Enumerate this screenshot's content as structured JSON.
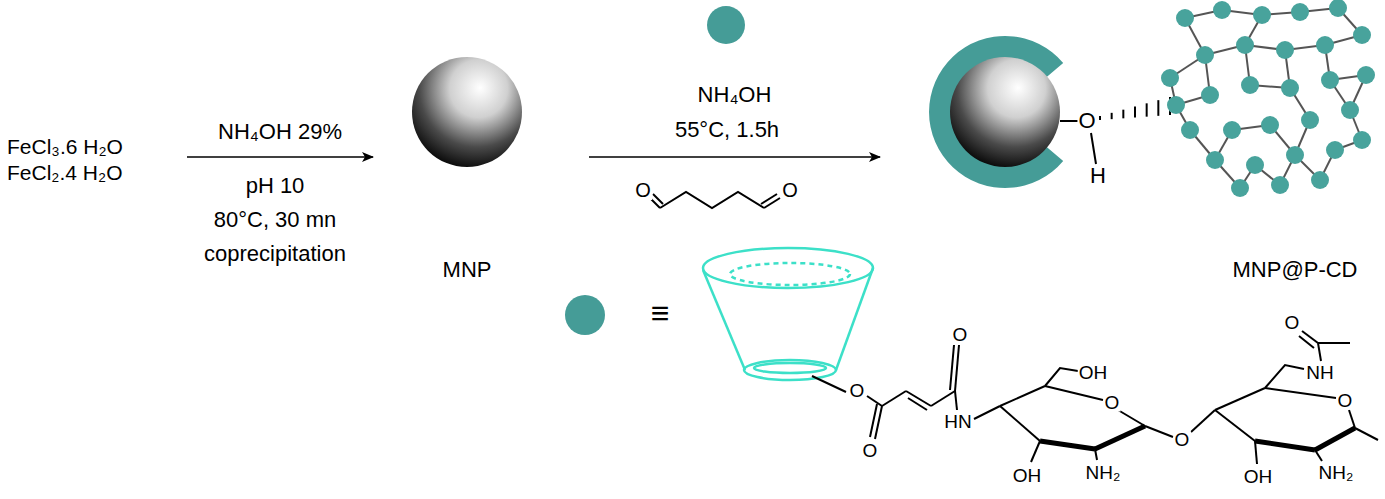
{
  "diagram": {
    "nodes": [
      {
        "text": [
          "FeCl₃.6 H₂O",
          "FeCl₂.4 H₂O"
        ]
      },
      {
        "text": [
          "MNP"
        ]
      },
      {
        "text": [
          "MNP@P-CD"
        ]
      }
    ],
    "edges": [
      {
        "from": 0,
        "to": 1,
        "arrow": "to",
        "label": "NH₄OH 29%"
      },
      {
        "from": 1,
        "to": 2,
        "arrow": "to",
        "label": "NH₄OH"
      }
    ],
    "labels": [
      "pH 10",
      "80°C, 30 mn",
      "coprecipitation",
      "55°C, 1.5h",
      "O",
      "O",
      "≡",
      "O",
      "H",
      "O",
      "O",
      "O",
      "HN",
      "OH",
      "O",
      "OH",
      "NH₂",
      "O",
      "O",
      "NH",
      "O",
      "OH",
      "NH₂"
    ]
  }
}
